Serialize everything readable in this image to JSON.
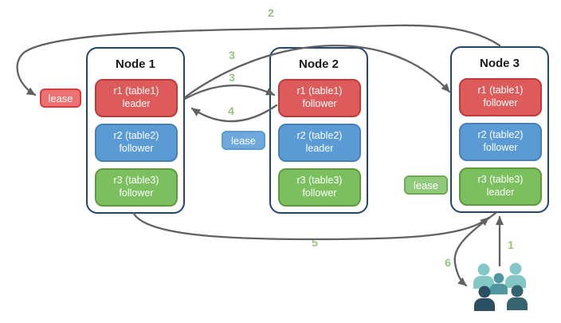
{
  "nodes": [
    {
      "title": "Node 1",
      "replicas": [
        {
          "label": "r1 (table1)",
          "role": "leader"
        },
        {
          "label": "r2 (table2)",
          "role": "follower"
        },
        {
          "label": "r3 (table3)",
          "role": "follower"
        }
      ]
    },
    {
      "title": "Node 2",
      "replicas": [
        {
          "label": "r1 (table1)",
          "role": "follower"
        },
        {
          "label": "r2 (table2)",
          "role": "leader"
        },
        {
          "label": "r3 (table3)",
          "role": "follower"
        }
      ]
    },
    {
      "title": "Node 3",
      "replicas": [
        {
          "label": "r1 (table1)",
          "role": "follower"
        },
        {
          "label": "r2 (table2)",
          "role": "follower"
        },
        {
          "label": "r3 (table3)",
          "role": "leader"
        }
      ]
    }
  ],
  "leases": {
    "red": "lease",
    "blue": "lease",
    "green": "lease"
  },
  "steps": {
    "s1": "1",
    "s2": "2",
    "s3a": "3",
    "s3b": "3",
    "s4": "4",
    "s5": "5",
    "s6": "6"
  },
  "arrows": [
    {
      "step": "1",
      "from": "users",
      "to": "node3-bottom"
    },
    {
      "step": "2",
      "from": "node3-top",
      "to": "red-lease"
    },
    {
      "step": "3",
      "from": "node1-r1-leader",
      "to": "node3-r1-follower"
    },
    {
      "step": "3",
      "from": "node1-r1-leader",
      "to": "node2-r1-follower"
    },
    {
      "step": "4",
      "from": "node2-r1",
      "to": "node1-r1-leader"
    },
    {
      "step": "5",
      "from": "node1-bottom",
      "to": "node3-bottom"
    },
    {
      "step": "6",
      "from": "node3-bottom",
      "to": "users"
    }
  ],
  "icons": {
    "users": "users-group-icon"
  },
  "colors": {
    "red_fill": "#DE5B5B",
    "red_border": "#C0393B",
    "red_lease_fill": "#EA7272",
    "red_lease_border": "#E03A3A",
    "blue_fill": "#5B9BD5",
    "blue_border": "#4A7FB5",
    "blue_lease_fill": "#6FA8DC",
    "blue_lease_border": "#5B9BD5",
    "green_fill": "#7BBF5E",
    "green_border": "#5E9A3E",
    "green_lease_fill": "#92CA7C",
    "green_lease_border": "#6AAA50",
    "node_border": "#24466E",
    "arrow": "#616161",
    "step_label": "#94C47D",
    "person_light": "#85C7C7",
    "person_mid": "#4E96A0",
    "person_dark": "#2D4F63",
    "person_dark2": "#35636F"
  }
}
